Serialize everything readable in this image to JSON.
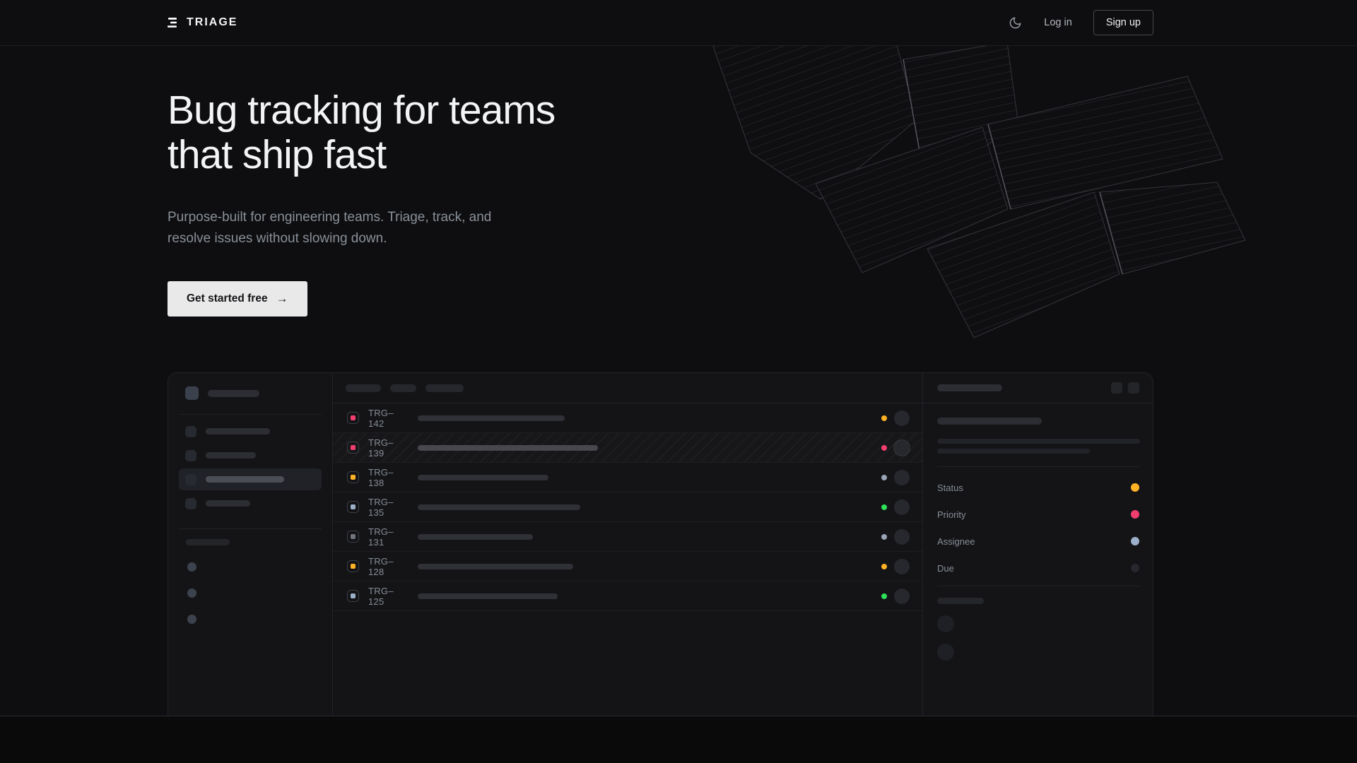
{
  "brand": {
    "name": "TRIAGE"
  },
  "header": {
    "nav": {
      "login": "Log in",
      "signup": "Sign up"
    }
  },
  "hero": {
    "title_line1": "Bug tracking for teams",
    "title_line2": "that ship fast",
    "subtitle_line1": "Purpose-built for engineering teams. Triage, track, and",
    "subtitle_line2": "resolve issues without slowing down.",
    "cta": "Get started free",
    "cta_arrow": "→"
  },
  "app_preview": {
    "issues": [
      {
        "id": "TRG–142",
        "type_color": "#f23d6f",
        "status_color": "#ffb224",
        "title_width": 208,
        "selected": false
      },
      {
        "id": "TRG–139",
        "type_color": "#f23d6f",
        "status_color": "#f23d6f",
        "title_width": 255,
        "selected": true
      },
      {
        "id": "TRG–138",
        "type_color": "#ffb224",
        "status_color": "#9aa4b6",
        "title_width": 185,
        "selected": false
      },
      {
        "id": "TRG–135",
        "type_color": "#9db0cb",
        "status_color": "#2ee05a",
        "title_width": 230,
        "selected": false
      },
      {
        "id": "TRG–131",
        "type_color": "#70757e",
        "status_color": "#9aa4b6",
        "title_width": 163,
        "selected": false
      },
      {
        "id": "TRG–128",
        "type_color": "#ffb224",
        "status_color": "#ffb224",
        "title_width": 220,
        "selected": false
      },
      {
        "id": "TRG–125",
        "type_color": "#9db0cb",
        "status_color": "#2ee05a",
        "title_width": 198,
        "selected": false
      }
    ],
    "detail_fields": [
      {
        "label": "Status",
        "color": "#ffb224"
      },
      {
        "label": "Priority",
        "color": "#f23d6f"
      },
      {
        "label": "Assignee",
        "color": "#9db0cb"
      },
      {
        "label": "Due",
        "color": "#26282d"
      }
    ]
  },
  "colors": {
    "accent_amber": "#ffb224",
    "accent_pink": "#f23d6f",
    "accent_green": "#2ee05a",
    "accent_slate": "#9db0cb",
    "page_bg": "#0e0e10",
    "card_bg": "#141417"
  }
}
